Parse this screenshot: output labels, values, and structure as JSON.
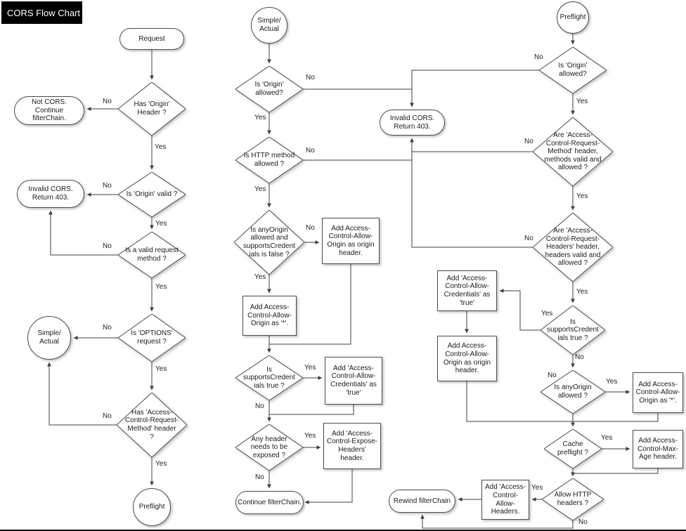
{
  "title": "CORS Flow Chart",
  "labels": {
    "yes": "Yes",
    "no": "No"
  },
  "nodes": {
    "c1_request": "Request",
    "c1_has_origin": "Has 'Origin'\nHeader ?",
    "c1_not_cors": "Not CORS. Continue\nfilterChain.",
    "c1_origin_valid": "Is 'Origin' valid ?",
    "c1_invalid_cors": "Invalid CORS.\nReturn 403.",
    "c1_valid_method": "Is a valid request\nmethod ?",
    "c1_options": "Is 'OPTIONS'\nrequest ?",
    "c1_simple_actual": "Simple/\nActual",
    "c1_has_acrm": "Has 'Access-\nControl-Request-\nMethod' header\n?",
    "c1_preflight": "Preflight",
    "c2_simple_actual": "Simple/\nActual",
    "c2_origin_allowed": "Is 'Origin'\nallowed?",
    "c2_invalid_cors": "Invalid CORS.\nReturn 403.",
    "c2_http_method": "Is HTTP method\nallowed ?",
    "c2_anyorigin": "Is anyOrigin\nallowed and\nsupportsCredent\nials is false ?",
    "c2_add_acao_origin": "Add Access-\nControl-Allow-\nOrigin as origin\nheader.",
    "c2_add_acao_star": "Add Access-\nControl-Allow-\nOrigin as '*'.",
    "c2_supports_cred": "Is\nsupportsCredent\nials true ?",
    "c2_add_cred": "Add 'Access-\nControl-Allow-\nCredentials' as\n'true'",
    "c2_any_header": "Any header\nneeds to be\nexposed ?",
    "c2_add_expose": "Add 'Access-\nControl-Expose-\nHeaders' header.",
    "c2_continue": "Continue filterChain.",
    "c3_preflight": "Preflight",
    "c3_origin_allowed": "Is 'Origin'\nallowed?",
    "c3_acrm_valid": "Are 'Access-\nControl-Request-\nMethod' header,\nmethods  valid and\nallowed ?",
    "c3_acrh_valid": "Are 'Access-\nControl-Request-\nHeaders' header,\nheaders valid and\nallowed ?",
    "c3_supports_cred": "Is\nsupportsCredent\nials true ?",
    "c3_add_cred": "Add 'Access-\nControl-Allow-\nCredentials' as\n'true'",
    "c3_add_acao_origin": "Add Access-\nControl-Allow-\nOrigin as origin\nheader.",
    "c3_anyorigin": "Is anyOrigin\nallowed ?",
    "c3_add_acao_star": "Add Access-\nControl-Allow-\nOrigin as '*'.",
    "c3_cache_preflight": "Cache\npreflight ?",
    "c3_add_maxage": "Add Access-\nControl-Max-\nAge header.",
    "c3_allow_http": "Allow HTTP\nheaders ?",
    "c3_add_allow_headers": "Add 'Access-\nControl-\nAllow-\nHeaders.",
    "c3_rewind": "Rewind filterChain"
  }
}
